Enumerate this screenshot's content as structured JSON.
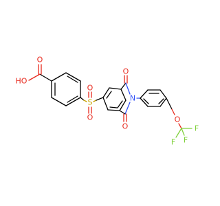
{
  "atoms": {
    "o_carbonyl_acid": "O",
    "oh_label": "HO",
    "s_sulfonyl": "S",
    "o_sulfonyl_top": "O",
    "o_sulfonyl_bottom": "O",
    "o_imide_top": "O",
    "o_imide_bottom": "O",
    "n_imide": "N",
    "o_ether": "O",
    "f_1": "F",
    "f_2": "F",
    "f_3": "F"
  },
  "colors": {
    "oxygen": "#e8291d",
    "nitrogen": "#3050f8",
    "sulfur": "#c9a400",
    "fluorine": "#7fd03a",
    "carbon": "#000000"
  }
}
